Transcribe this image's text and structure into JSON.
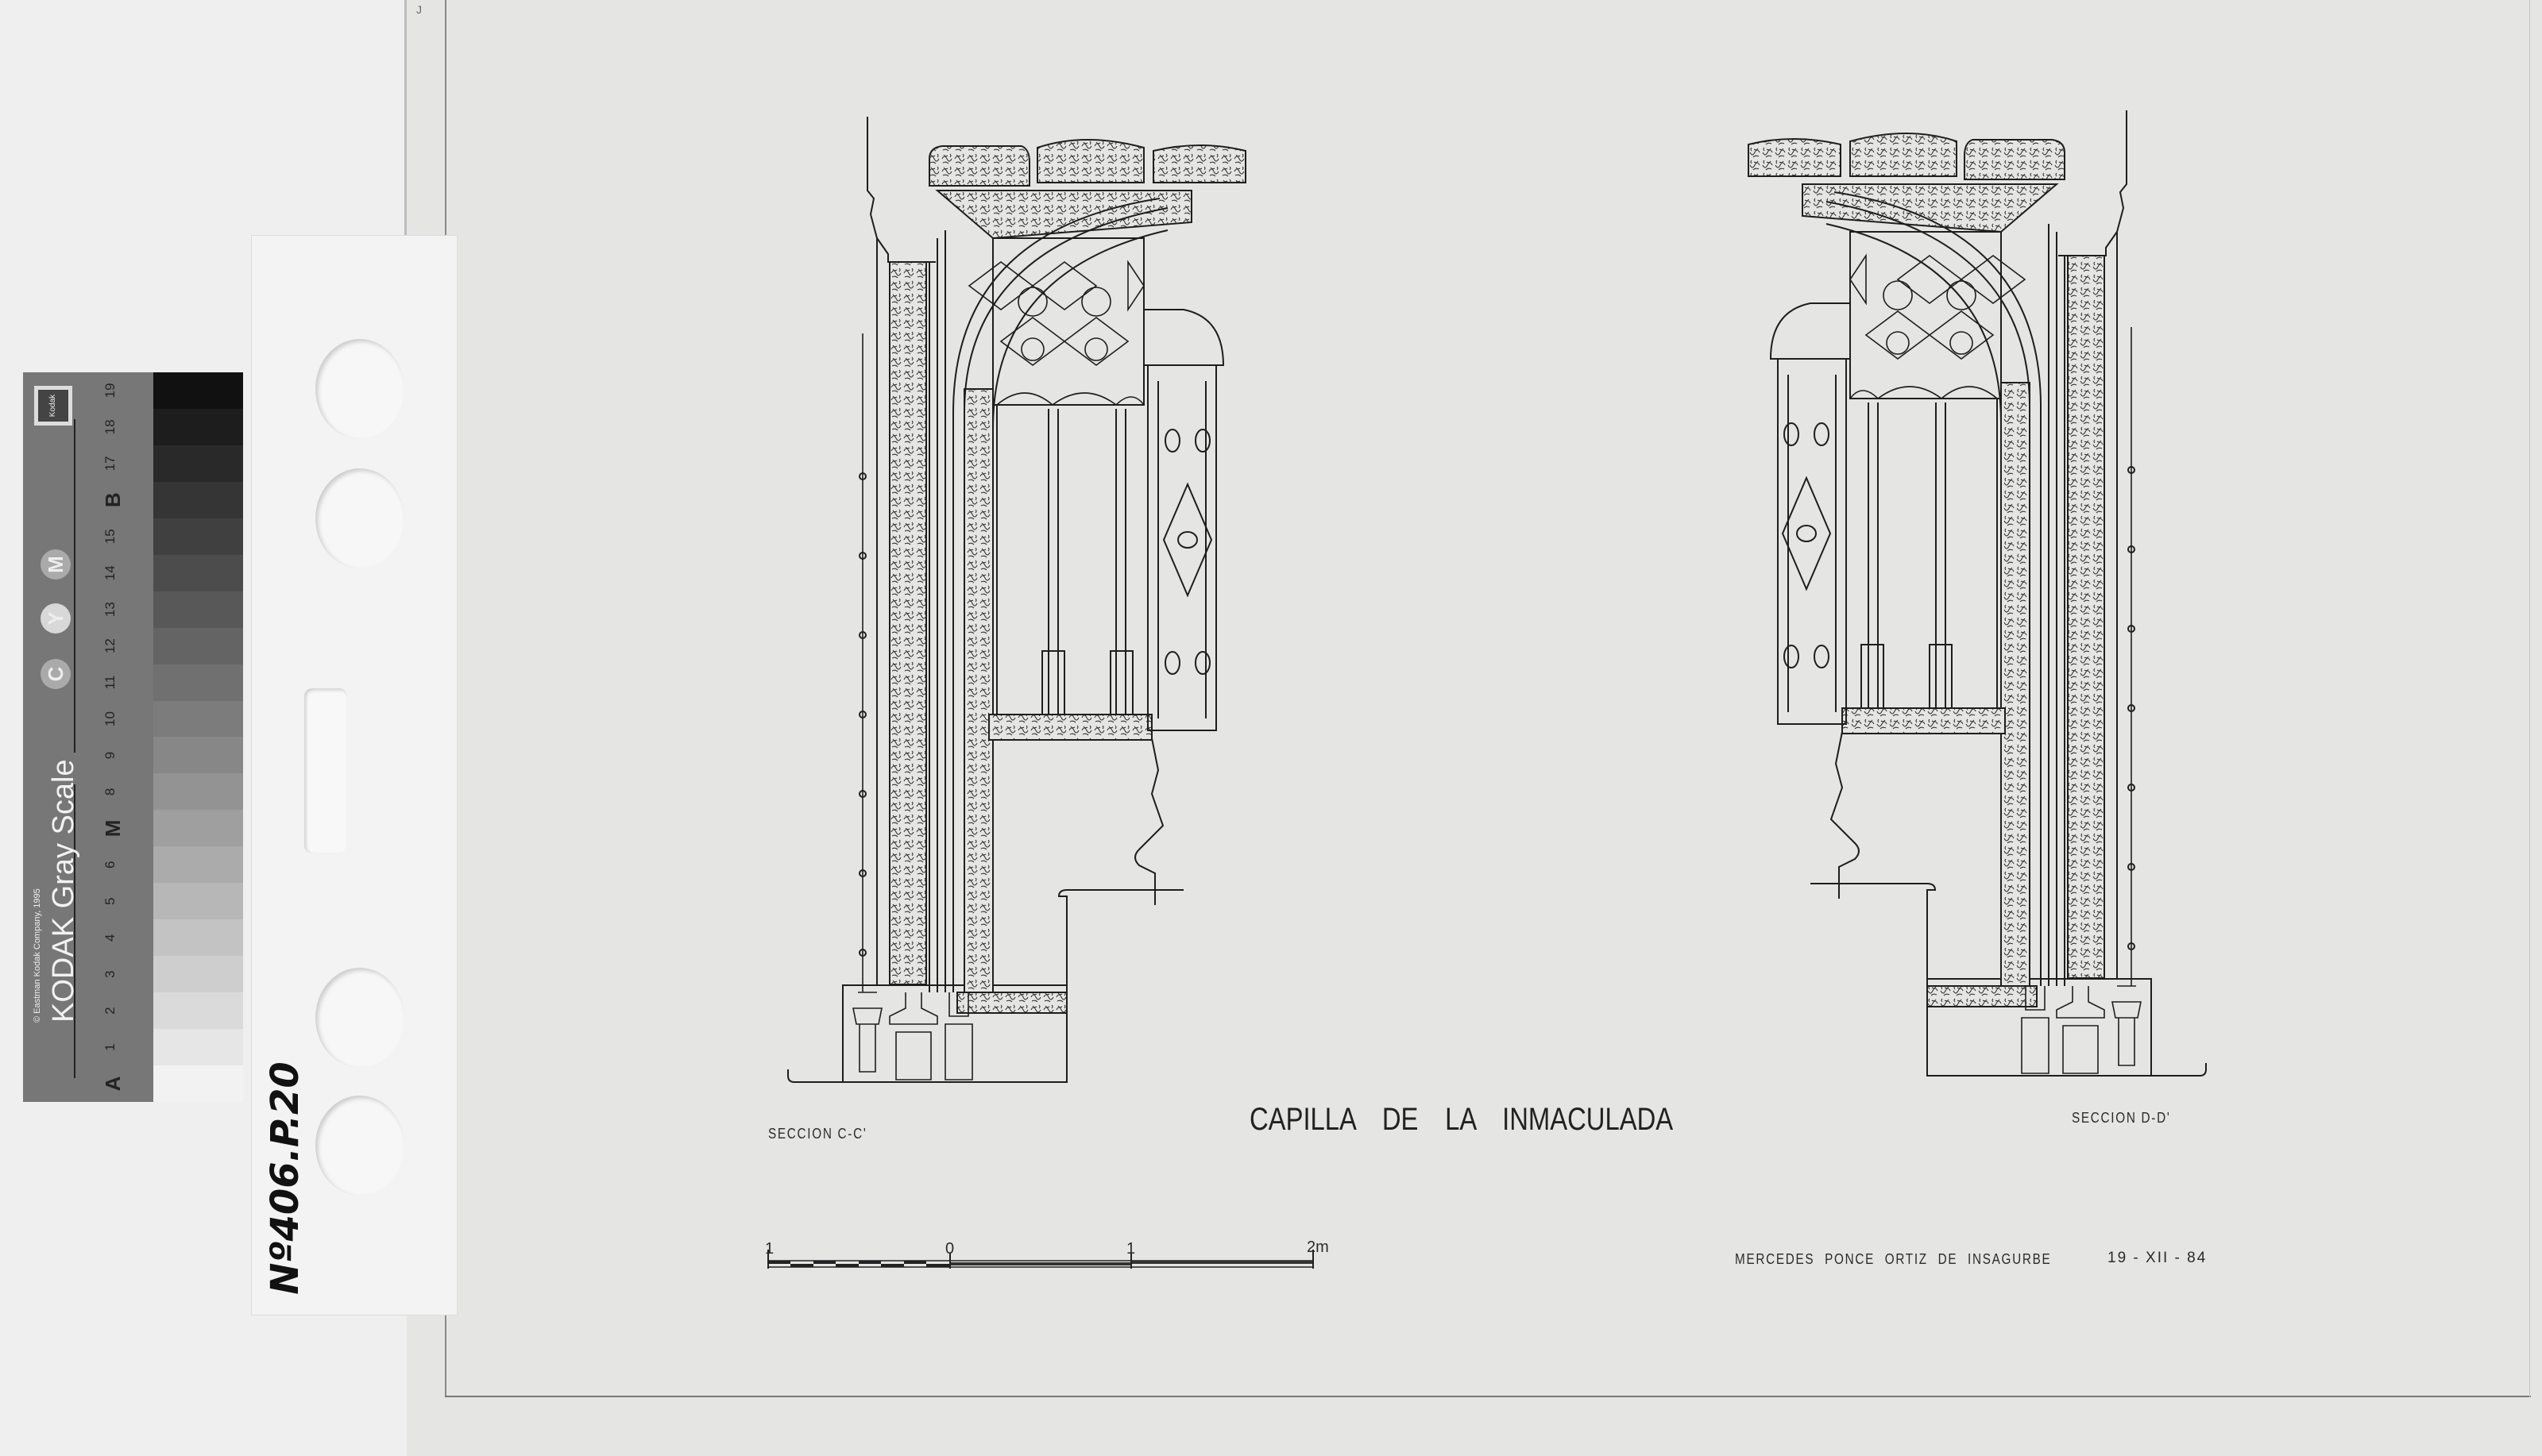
{
  "drawing": {
    "title": "CAPILLA DE LA INMACULADA",
    "section_left": "SECCION C-C'",
    "section_right": "SECCION D-D'",
    "author": "MERCEDES PONCE ORTIZ DE INSAGURBE",
    "date": "19 - XII - 84",
    "scale_bar": {
      "labels": [
        "1",
        "0",
        "1",
        "2m"
      ]
    },
    "corner_mark": "J"
  },
  "archive_label": {
    "handwritten": "Nº406.P.20"
  },
  "gray_scale": {
    "title": "KODAK Gray Scale",
    "copyright": "© Eastman Kodak Company, 1995",
    "logo": "Kodak",
    "color_patches": [
      "C",
      "Y",
      "M"
    ],
    "steps": [
      "A",
      "1",
      "2",
      "3",
      "4",
      "5",
      "6",
      "M",
      "8",
      "9",
      "10",
      "11",
      "12",
      "13",
      "14",
      "15",
      "B",
      "17",
      "18",
      "19"
    ]
  },
  "colors": {
    "paper": "#e5e5e4",
    "ink": "#1e1e1e",
    "strip": "#f3f3f3",
    "card": "#777777"
  }
}
